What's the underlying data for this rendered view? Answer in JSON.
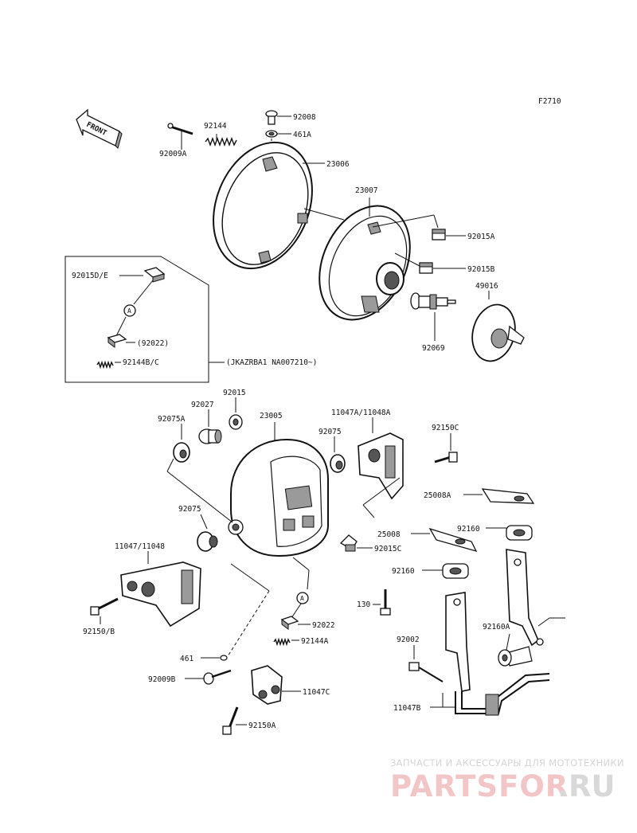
{
  "figure_code": "F2710",
  "front_arrow": "FRONT",
  "serial_note": "(JKAZRBA1 NA007210~)",
  "callout_marker": "A",
  "labels": {
    "p92008": "92008",
    "p461A": "461A",
    "p92144": "92144",
    "p92009A": "92009A",
    "p23006": "23006",
    "p23007": "23007",
    "p92015A": "92015A",
    "p92015B": "92015B",
    "p49016": "49016",
    "p92069": "92069",
    "p92015DE": "92015D/E",
    "p92022a": "(92022)",
    "p92144BC": "92144B/C",
    "p92075A": "92075A",
    "p92027": "92027",
    "p92015": "92015",
    "p23005": "23005",
    "p11047A": "11047A/11048A",
    "p92150C": "92150C",
    "p92075a": "92075",
    "p25008A": "25008A",
    "p92075b": "92075",
    "p92160a": "92160",
    "p25008": "25008",
    "p92015C": "92015C",
    "p11047": "11047/11048",
    "p92160b": "92160",
    "p130": "130",
    "p92150B": "92150/B",
    "p92022b": "92022",
    "p92144A": "92144A",
    "p92002": "92002",
    "p92160A": "92160A",
    "p461": "461",
    "p92009B": "92009B",
    "p11047C": "11047C",
    "p11047B": "11047B",
    "p92150A": "92150A"
  },
  "watermark": {
    "tagline": "ЗАПЧАСТИ И АКСЕССУАРЫ ДЛЯ МОТОТЕХНИКИ",
    "brand": "PARTSFOR",
    "domain": ".RU"
  }
}
